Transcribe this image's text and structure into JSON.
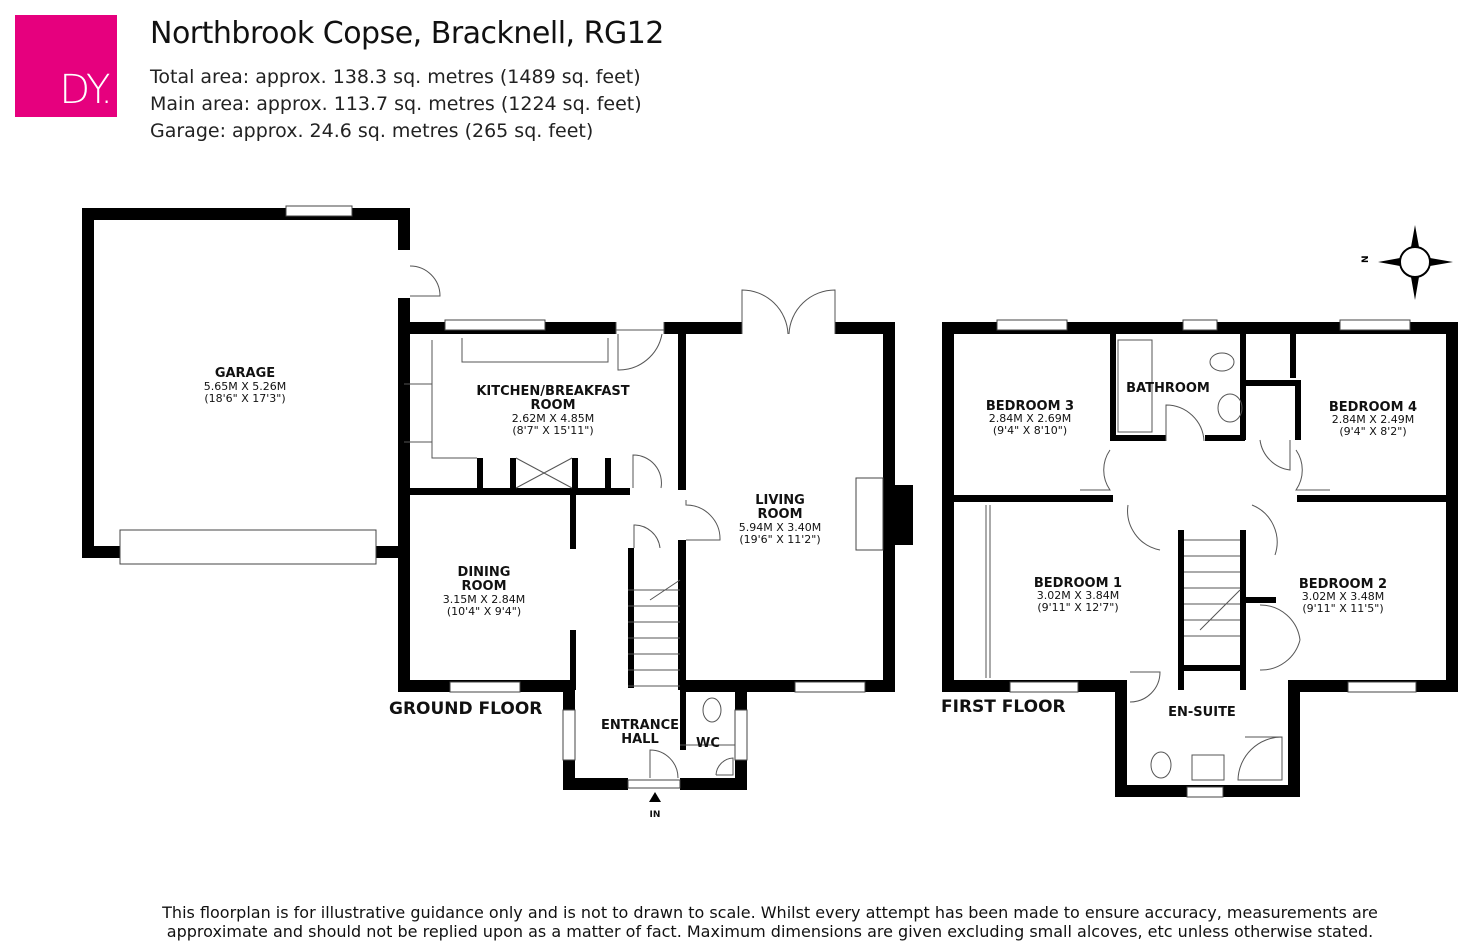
{
  "logo": {
    "text": "DY.",
    "color": "#e6007e"
  },
  "header": {
    "title": "Northbrook Copse, Bracknell, RG12",
    "areas": [
      "Total area: approx. 138.3 sq. metres (1489 sq. feet)",
      "Main area: approx. 113.7 sq. metres (1224 sq. feet)",
      "Garage: approx. 24.6 sq. metres (265 sq. feet)"
    ]
  },
  "ground_floor": {
    "label": "GROUND FLOOR",
    "entry_label": "IN",
    "rooms": {
      "garage": {
        "name": "GARAGE",
        "metric": "5.65M X 5.26M",
        "imperial": "(18'6\" X 17'3\")"
      },
      "kitchen": {
        "name1": "KITCHEN/BREAKFAST",
        "name2": "ROOM",
        "metric": "2.62M X 4.85M",
        "imperial": "(8'7\" X 15'11\")"
      },
      "living": {
        "name1": "LIVING",
        "name2": "ROOM",
        "metric": "5.94M X 3.40M",
        "imperial": "(19'6\" X 11'2\")"
      },
      "dining": {
        "name1": "DINING",
        "name2": "ROOM",
        "metric": "3.15M X 2.84M",
        "imperial": "(10'4\" X 9'4\")"
      },
      "hall": {
        "name1": "ENTRANCE",
        "name2": "HALL"
      },
      "wc": {
        "name": "WC"
      }
    }
  },
  "first_floor": {
    "label": "FIRST FLOOR",
    "rooms": {
      "bedroom3": {
        "name": "BEDROOM 3",
        "metric": "2.84M X 2.69M",
        "imperial": "(9'4\" X 8'10\")"
      },
      "bathroom": {
        "name": "BATHROOM"
      },
      "bedroom4": {
        "name": "BEDROOM 4",
        "metric": "2.84M X 2.49M",
        "imperial": "(9'4\" X 8'2\")"
      },
      "bedroom1": {
        "name": "BEDROOM 1",
        "metric": "3.02M X 3.84M",
        "imperial": "(9'11\" X 12'7\")"
      },
      "bedroom2": {
        "name": "BEDROOM 2",
        "metric": "3.02M X 3.48M",
        "imperial": "(9'11\" X 11'5\")"
      },
      "ensuite": {
        "name": "EN-SUITE"
      }
    }
  },
  "compass": {
    "label": "N"
  },
  "disclaimer": "This floorplan is for illustrative guidance only and is not to drawn to scale. Whilst every attempt has been made to ensure accuracy, measurements are approximate and should not be replied upon as a matter of fact. Maximum dimensions are given excluding small alcoves, etc unless otherwise stated."
}
